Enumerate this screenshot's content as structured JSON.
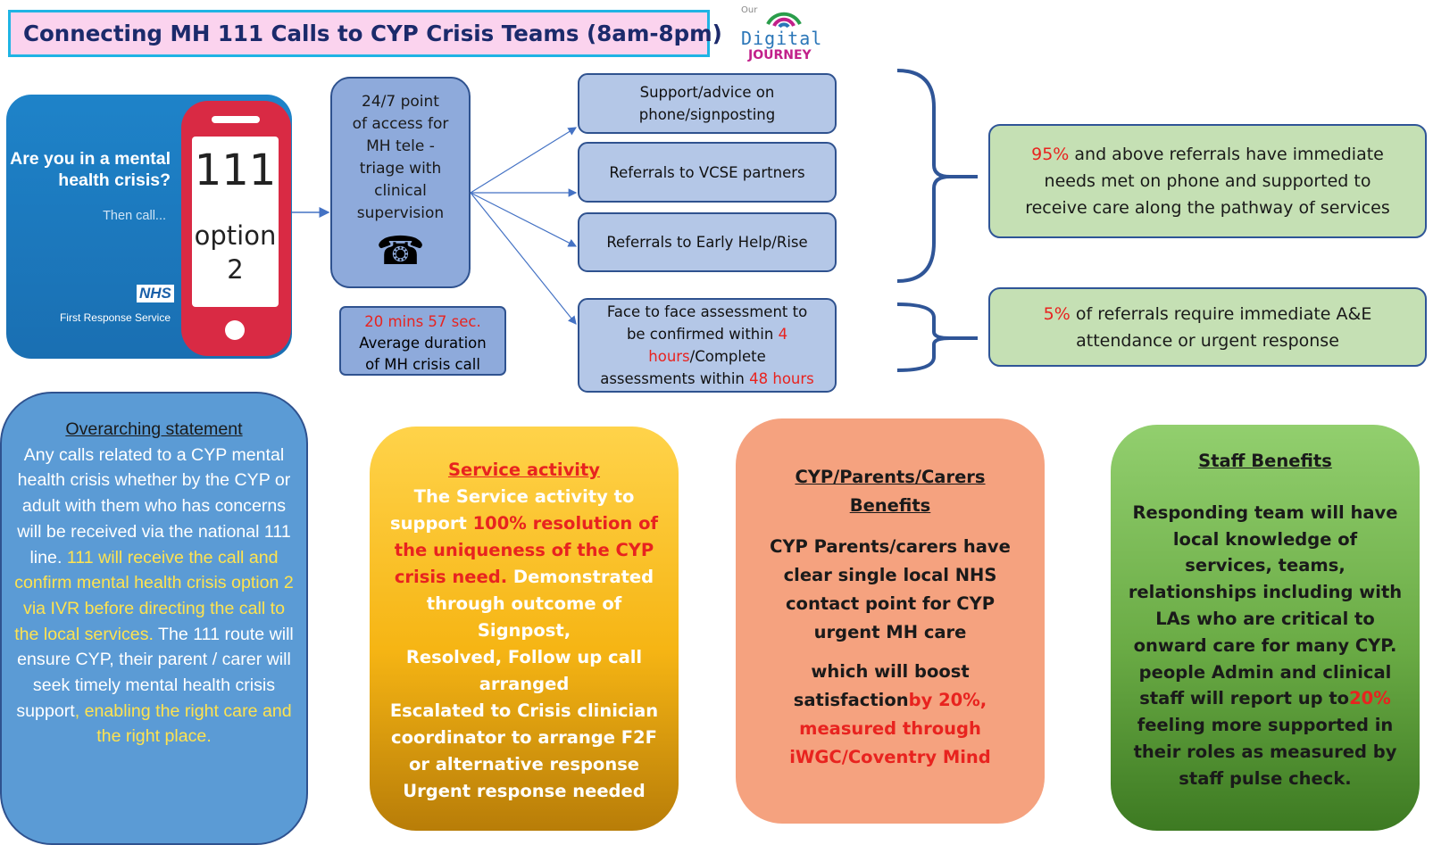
{
  "title": "Connecting MH 111 Calls to CYP Crisis Teams (8am-8pm)",
  "logo": {
    "our": "Our",
    "digital": "Digital",
    "journey": "JOURNEY"
  },
  "banner": {
    "question_line1": "Are you in a mental",
    "question_line2": "health crisis?",
    "then_call": "Then call...",
    "phone_number": "111",
    "option_line1": "option",
    "option_line2": "2",
    "nhs": "NHS",
    "first_response": "First Response Service"
  },
  "access_box": {
    "lines": [
      "24/7 point",
      "of access for",
      "MH tele -",
      "triage with",
      "clinical",
      "supervision"
    ],
    "phone_glyph": "☎"
  },
  "duration_box": {
    "time": "20 mins 57 sec.",
    "line2": "Average duration",
    "line3": "of MH crisis call"
  },
  "pathways": {
    "support": [
      "Support/advice on",
      "phone/signposting"
    ],
    "vcse": "Referrals to VCSE partners",
    "early_help": "Referrals to Early Help/Rise",
    "f2f": {
      "l1": "Face to face assessment to",
      "l2a": "be confirmed within ",
      "l2b": "4",
      "l3a": "hours",
      "l3b": "/Complete",
      "l4a": "assessments within ",
      "l4b": "48 hours"
    }
  },
  "outcomes": {
    "o1": {
      "pct": "95%",
      "l1": " and above referrals have immediate",
      "l2": "needs met on phone and supported to",
      "l3": "receive care along the pathway of services"
    },
    "o2": {
      "pct": "5%",
      "l1": " of referrals require immediate A&E",
      "l2": "attendance or urgent response"
    }
  },
  "overarching": {
    "heading": "Overarching statement",
    "p1": "Any calls related to a CYP mental health crisis whether by the CYP or adult with them who has concerns will be received via the national 111 line. ",
    "p2": "111 will receive the call and confirm mental health crisis option 2 via IVR before directing the call to the local services.",
    "p3": " The 111 route will ensure CYP, their parent / carer will seek timely mental health crisis support",
    "p4": ", enabling the right care and the right place."
  },
  "service_activity": {
    "heading": "Service activity",
    "l1": "The Service activity to",
    "l2a": "support ",
    "l2b": "100% resolution of",
    "l3": "the uniqueness of the CYP",
    "l4a": "crisis need.",
    "l4b": " Demonstrated",
    "l5": "through outcome of",
    "l6": "Signpost,",
    "l7": "Resolved, Follow up call",
    "l8": "arranged",
    "l9": "Escalated to Crisis clinician",
    "l10": "coordinator to arrange F2F",
    "l11": "or alternative response",
    "l12": "Urgent response needed"
  },
  "cyp_benefits": {
    "heading_l1": "CYP/Parents/Carers",
    "heading_l2": "Benefits",
    "l1": "CYP Parents/carers have",
    "l2": "clear single local NHS",
    "l3": "contact point for CYP",
    "l4": "urgent MH care",
    "l5": "which will boost",
    "l6a": "satisfaction",
    "l6b": "by 20%,",
    "l7": "measured through",
    "l8": "iWGC/Coventry Mind"
  },
  "staff_benefits": {
    "heading": "Staff Benefits",
    "l1": "Responding team will have",
    "l2": "local knowledge of",
    "l3": "services, teams,",
    "l4": "relationships including with",
    "l5": "LAs who are critical to",
    "l6": "onward care for many CYP.",
    "l7": "people Admin and clinical",
    "l8a": "staff will report up to",
    "l8b": "20%",
    "l9": "feeling more supported in",
    "l10": "their roles as measured by",
    "l11": "staff pulse check."
  },
  "colors": {
    "title_border": "#1fb4e4",
    "title_bg": "#fbd3ee",
    "pathway_fill": "#b4c7e7",
    "outcome_fill": "#c5e0b4",
    "emphasis_red": "#e8231f",
    "connector_blue": "#2f5597"
  }
}
